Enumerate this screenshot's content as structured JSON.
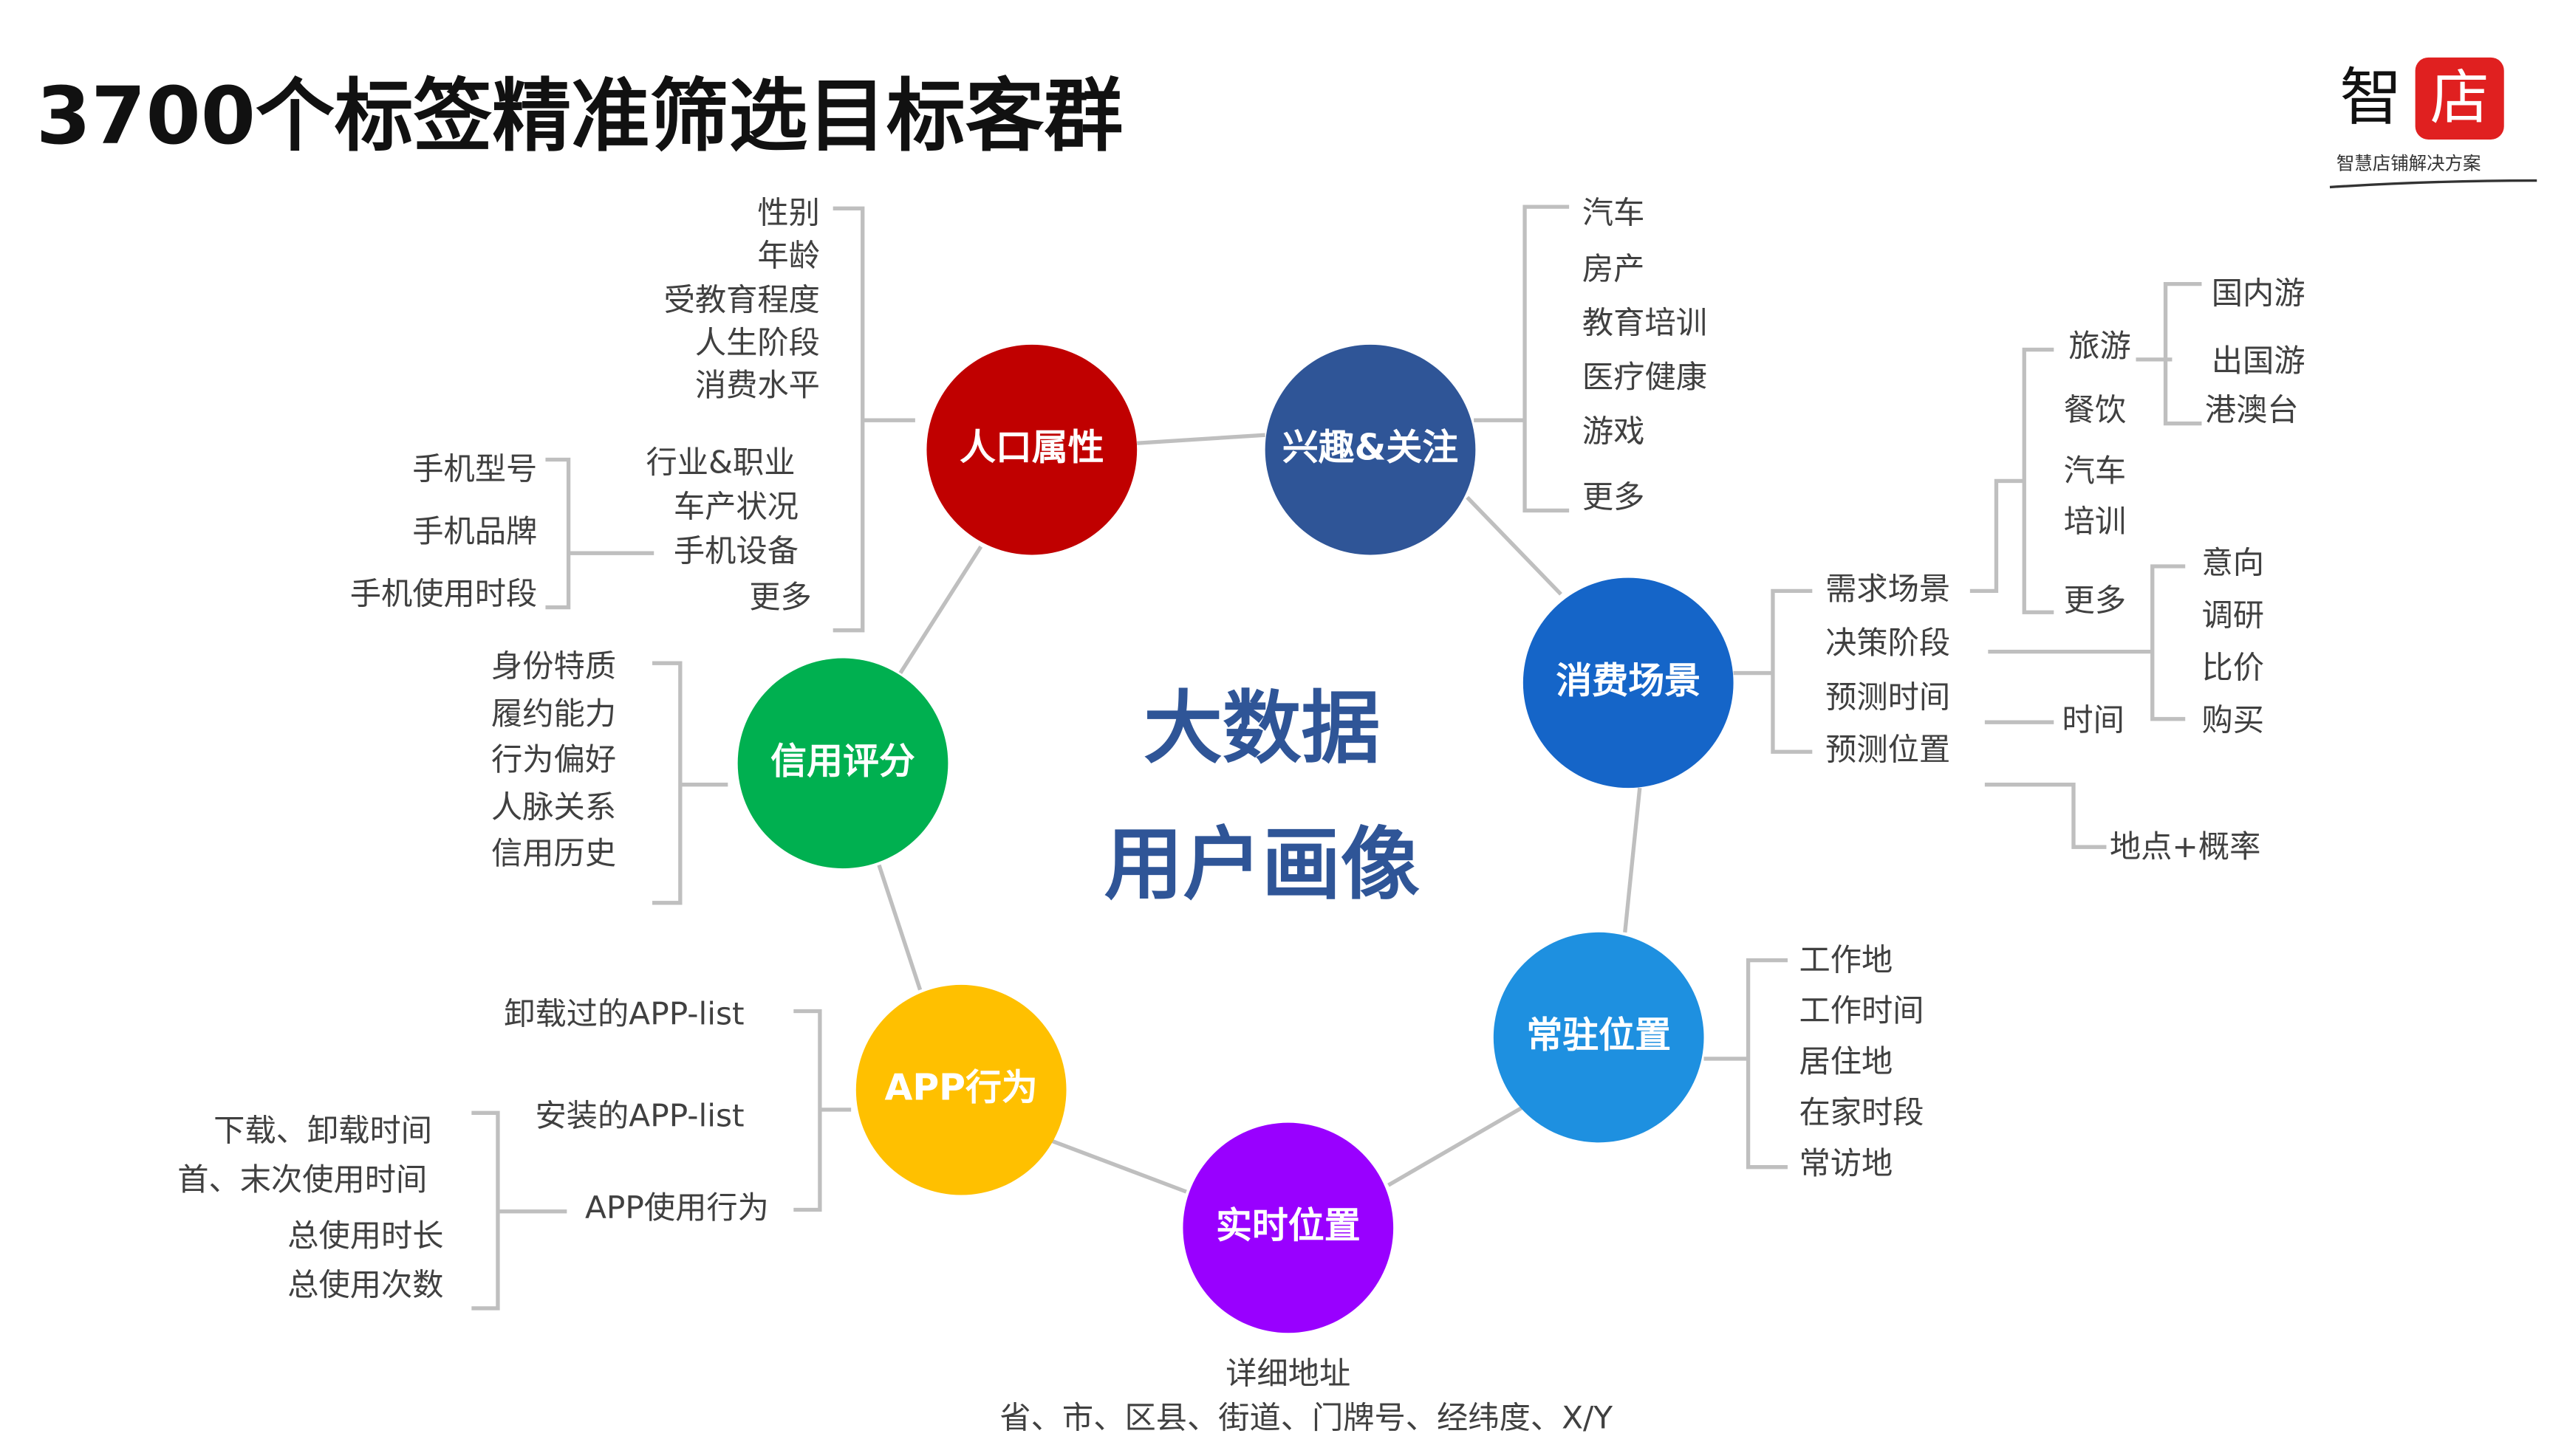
{
  "title": "3700个标签精准筛选目标客群",
  "logo": {
    "char1": "智",
    "char2": "店",
    "slogan": "智慧店铺解决方案",
    "accent": "#E02020"
  },
  "center": {
    "line1": "大数据",
    "line2": "用户画像"
  },
  "nodes": {
    "demographic": {
      "label": "人口属性",
      "color": "#C00000",
      "items": [
        "性别",
        "年龄",
        "受教育程度",
        "人生阶段",
        "消费水平",
        "行业&职业",
        "车产状况",
        "手机设备",
        "更多"
      ],
      "phone": [
        "手机型号",
        "手机品牌",
        "手机使用时段"
      ]
    },
    "interest": {
      "label": "兴趣&关注",
      "color": "#2F5597",
      "items": [
        "汽车",
        "房产",
        "教育培训",
        "医疗健康",
        "游戏",
        "更多"
      ]
    },
    "consumption": {
      "label": "消费场景",
      "color": "#1565C8",
      "items": [
        "需求场景",
        "决策阶段",
        "预测时间",
        "预测位置"
      ],
      "demand": [
        "旅游",
        "餐饮",
        "汽车",
        "培训",
        "更多"
      ],
      "travel": [
        "国内游",
        "出国游",
        "港澳台"
      ],
      "stage": [
        "意向",
        "调研",
        "比价",
        "购买"
      ],
      "time": "时间",
      "location": "地点+概率"
    },
    "resident": {
      "label": "常驻位置",
      "color": "#1E90E0",
      "items": [
        "工作地",
        "工作时间",
        "居住地",
        "在家时段",
        "常访地"
      ]
    },
    "realtime": {
      "label": "实时位置",
      "color": "#9900FF",
      "detail": "详细地址",
      "sub": "省、市、区县、街道、门牌号、经纬度、X/Y"
    },
    "app": {
      "label": "APP行为",
      "color": "#FFC000",
      "items": [
        "卸载过的APP-list",
        "安装的APP-list",
        "APP使用行为"
      ],
      "usage": [
        "下载、卸载时间",
        "首、末次使用时间",
        "总使用时长",
        "总使用次数"
      ]
    },
    "credit": {
      "label": "信用评分",
      "color": "#00B050",
      "items": [
        "身份特质",
        "履约能力",
        "行为偏好",
        "人脉关系",
        "信用历史"
      ]
    }
  }
}
